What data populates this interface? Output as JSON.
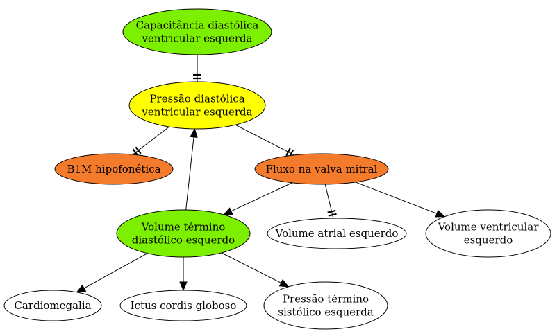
{
  "colors": {
    "green": "#7cf000",
    "yellow": "#ffff00",
    "orange": "#f47a2c",
    "white": "#ffffff"
  },
  "nodes": {
    "capacitancia": {
      "lines": [
        "Capacitância diastólica",
        "ventricular esquerda"
      ],
      "color": "green"
    },
    "pressao_diastolica": {
      "lines": [
        "Pressão diastólica",
        "ventricular esquerda"
      ],
      "color": "yellow"
    },
    "b1m": {
      "lines": [
        "B1M hipofonética"
      ],
      "color": "orange"
    },
    "fluxo_mitral": {
      "lines": [
        "Fluxo na valva mitral"
      ],
      "color": "orange"
    },
    "volume_termino_diastolico": {
      "lines": [
        "Volume término",
        "diastólico esquerdo"
      ],
      "color": "green"
    },
    "volume_atrial": {
      "lines": [
        "Volume atrial esquerdo"
      ],
      "color": "white"
    },
    "volume_ventricular": {
      "lines": [
        "Volume ventricular",
        "esquerdo"
      ],
      "color": "white"
    },
    "cardiomegalia": {
      "lines": [
        "Cardiomegalia"
      ],
      "color": "white"
    },
    "ictus": {
      "lines": [
        "Ictus cordis globoso"
      ],
      "color": "white"
    },
    "pressao_sistolica": {
      "lines": [
        "Pressão término",
        "sistólico esquerda"
      ],
      "color": "white"
    }
  },
  "edges": [
    {
      "from": "capacitancia",
      "to": "pressao_diastolica",
      "type": "inhibit"
    },
    {
      "from": "pressao_diastolica",
      "to": "b1m",
      "type": "inhibit"
    },
    {
      "from": "pressao_diastolica",
      "to": "fluxo_mitral",
      "type": "inhibit"
    },
    {
      "from": "fluxo_mitral",
      "to": "volume_termino_diastolico",
      "type": "arrow"
    },
    {
      "from": "fluxo_mitral",
      "to": "volume_atrial",
      "type": "inhibit"
    },
    {
      "from": "fluxo_mitral",
      "to": "volume_ventricular",
      "type": "arrow"
    },
    {
      "from": "volume_termino_diastolico",
      "to": "pressao_diastolica",
      "type": "arrow"
    },
    {
      "from": "volume_termino_diastolico",
      "to": "cardiomegalia",
      "type": "arrow"
    },
    {
      "from": "volume_termino_diastolico",
      "to": "ictus",
      "type": "arrow"
    },
    {
      "from": "volume_termino_diastolico",
      "to": "pressao_sistolica",
      "type": "arrow"
    }
  ]
}
